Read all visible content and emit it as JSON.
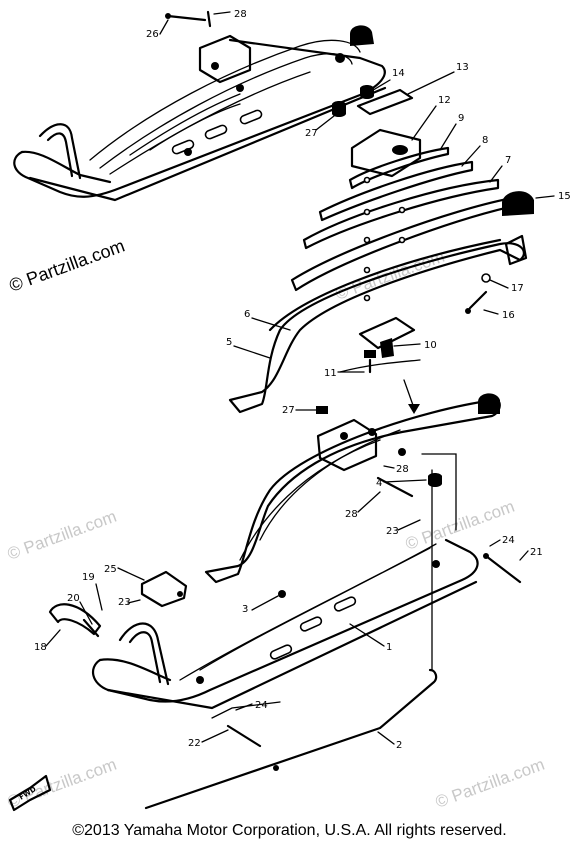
{
  "watermarks": {
    "main": "© Partzilla.com",
    "faint": "© Partzilla.com"
  },
  "copyright": "©2013  Yamaha Motor Corporation, U.S.A. All rights reserved.",
  "direction_label": "FWD",
  "callouts": {
    "c1": "1",
    "c2": "2",
    "c3": "3",
    "c4": "4",
    "c5": "5",
    "c6": "6",
    "c7": "7",
    "c8": "8",
    "c9": "9",
    "c10": "10",
    "c11": "11",
    "c12": "12",
    "c13": "13",
    "c14": "14",
    "c15": "15",
    "c16": "16",
    "c17": "17",
    "c18": "18",
    "c19": "19",
    "c20": "20",
    "c21": "21",
    "c22": "22",
    "c23a": "23",
    "c23b": "23",
    "c24a": "24",
    "c24b": "24",
    "c25": "25",
    "c26": "26",
    "c27a": "27",
    "c27b": "27",
    "c28a": "28",
    "c28b": "28",
    "c28c": "28"
  }
}
